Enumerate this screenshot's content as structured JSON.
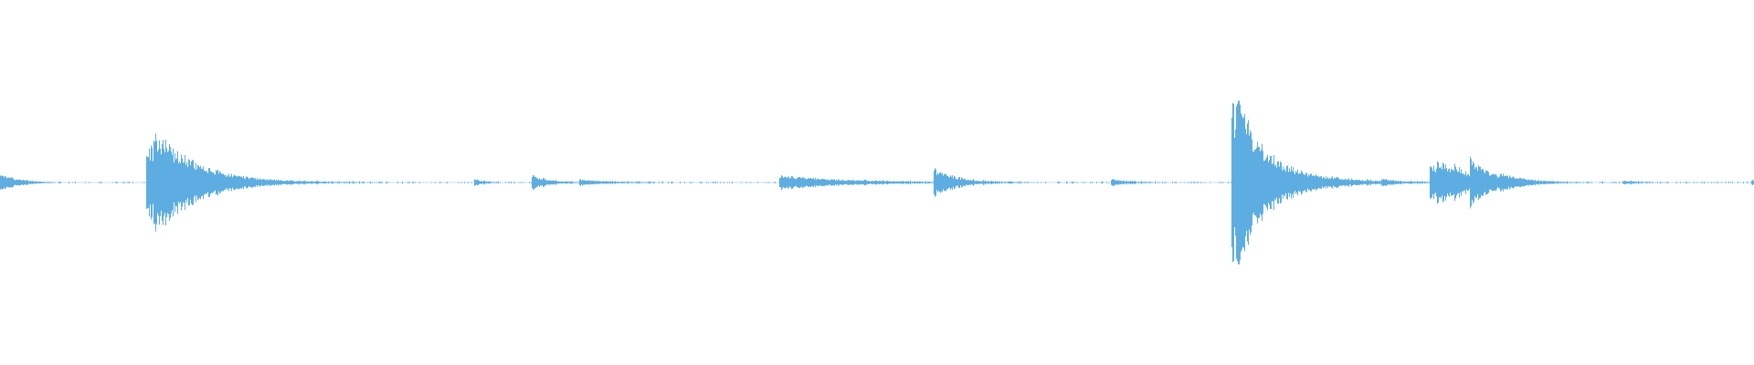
{
  "waveform": {
    "color": "#5dade2",
    "background": "#ffffff",
    "spikes": [
      {
        "t": 0.0,
        "amp": 0.05,
        "decay": 0.01
      },
      {
        "t": 0.083,
        "amp": 0.23,
        "decay": 0.025
      },
      {
        "t": 0.087,
        "amp": 0.14,
        "decay": 0.02
      },
      {
        "t": 0.27,
        "amp": 0.02,
        "decay": 0.006
      },
      {
        "t": 0.303,
        "amp": 0.04,
        "decay": 0.01
      },
      {
        "t": 0.33,
        "amp": 0.015,
        "decay": 0.02
      },
      {
        "t": 0.444,
        "amp": 0.04,
        "decay": 0.04
      },
      {
        "t": 0.532,
        "amp": 0.08,
        "decay": 0.012
      },
      {
        "t": 0.633,
        "amp": 0.02,
        "decay": 0.01
      },
      {
        "t": 0.702,
        "amp": 0.47,
        "decay": 0.015
      },
      {
        "t": 0.704,
        "amp": 0.12,
        "decay": 0.03
      },
      {
        "t": 0.787,
        "amp": 0.02,
        "decay": 0.006
      },
      {
        "t": 0.815,
        "amp": 0.11,
        "decay": 0.012
      },
      {
        "t": 0.819,
        "amp": 0.08,
        "decay": 0.01
      },
      {
        "t": 0.829,
        "amp": 0.05,
        "decay": 0.008
      },
      {
        "t": 0.838,
        "amp": 0.1,
        "decay": 0.015
      },
      {
        "t": 0.855,
        "amp": 0.02,
        "decay": 0.012
      },
      {
        "t": 0.925,
        "amp": 0.01,
        "decay": 0.01
      },
      {
        "t": 0.998,
        "amp": 0.015,
        "decay": 0.006
      }
    ]
  }
}
